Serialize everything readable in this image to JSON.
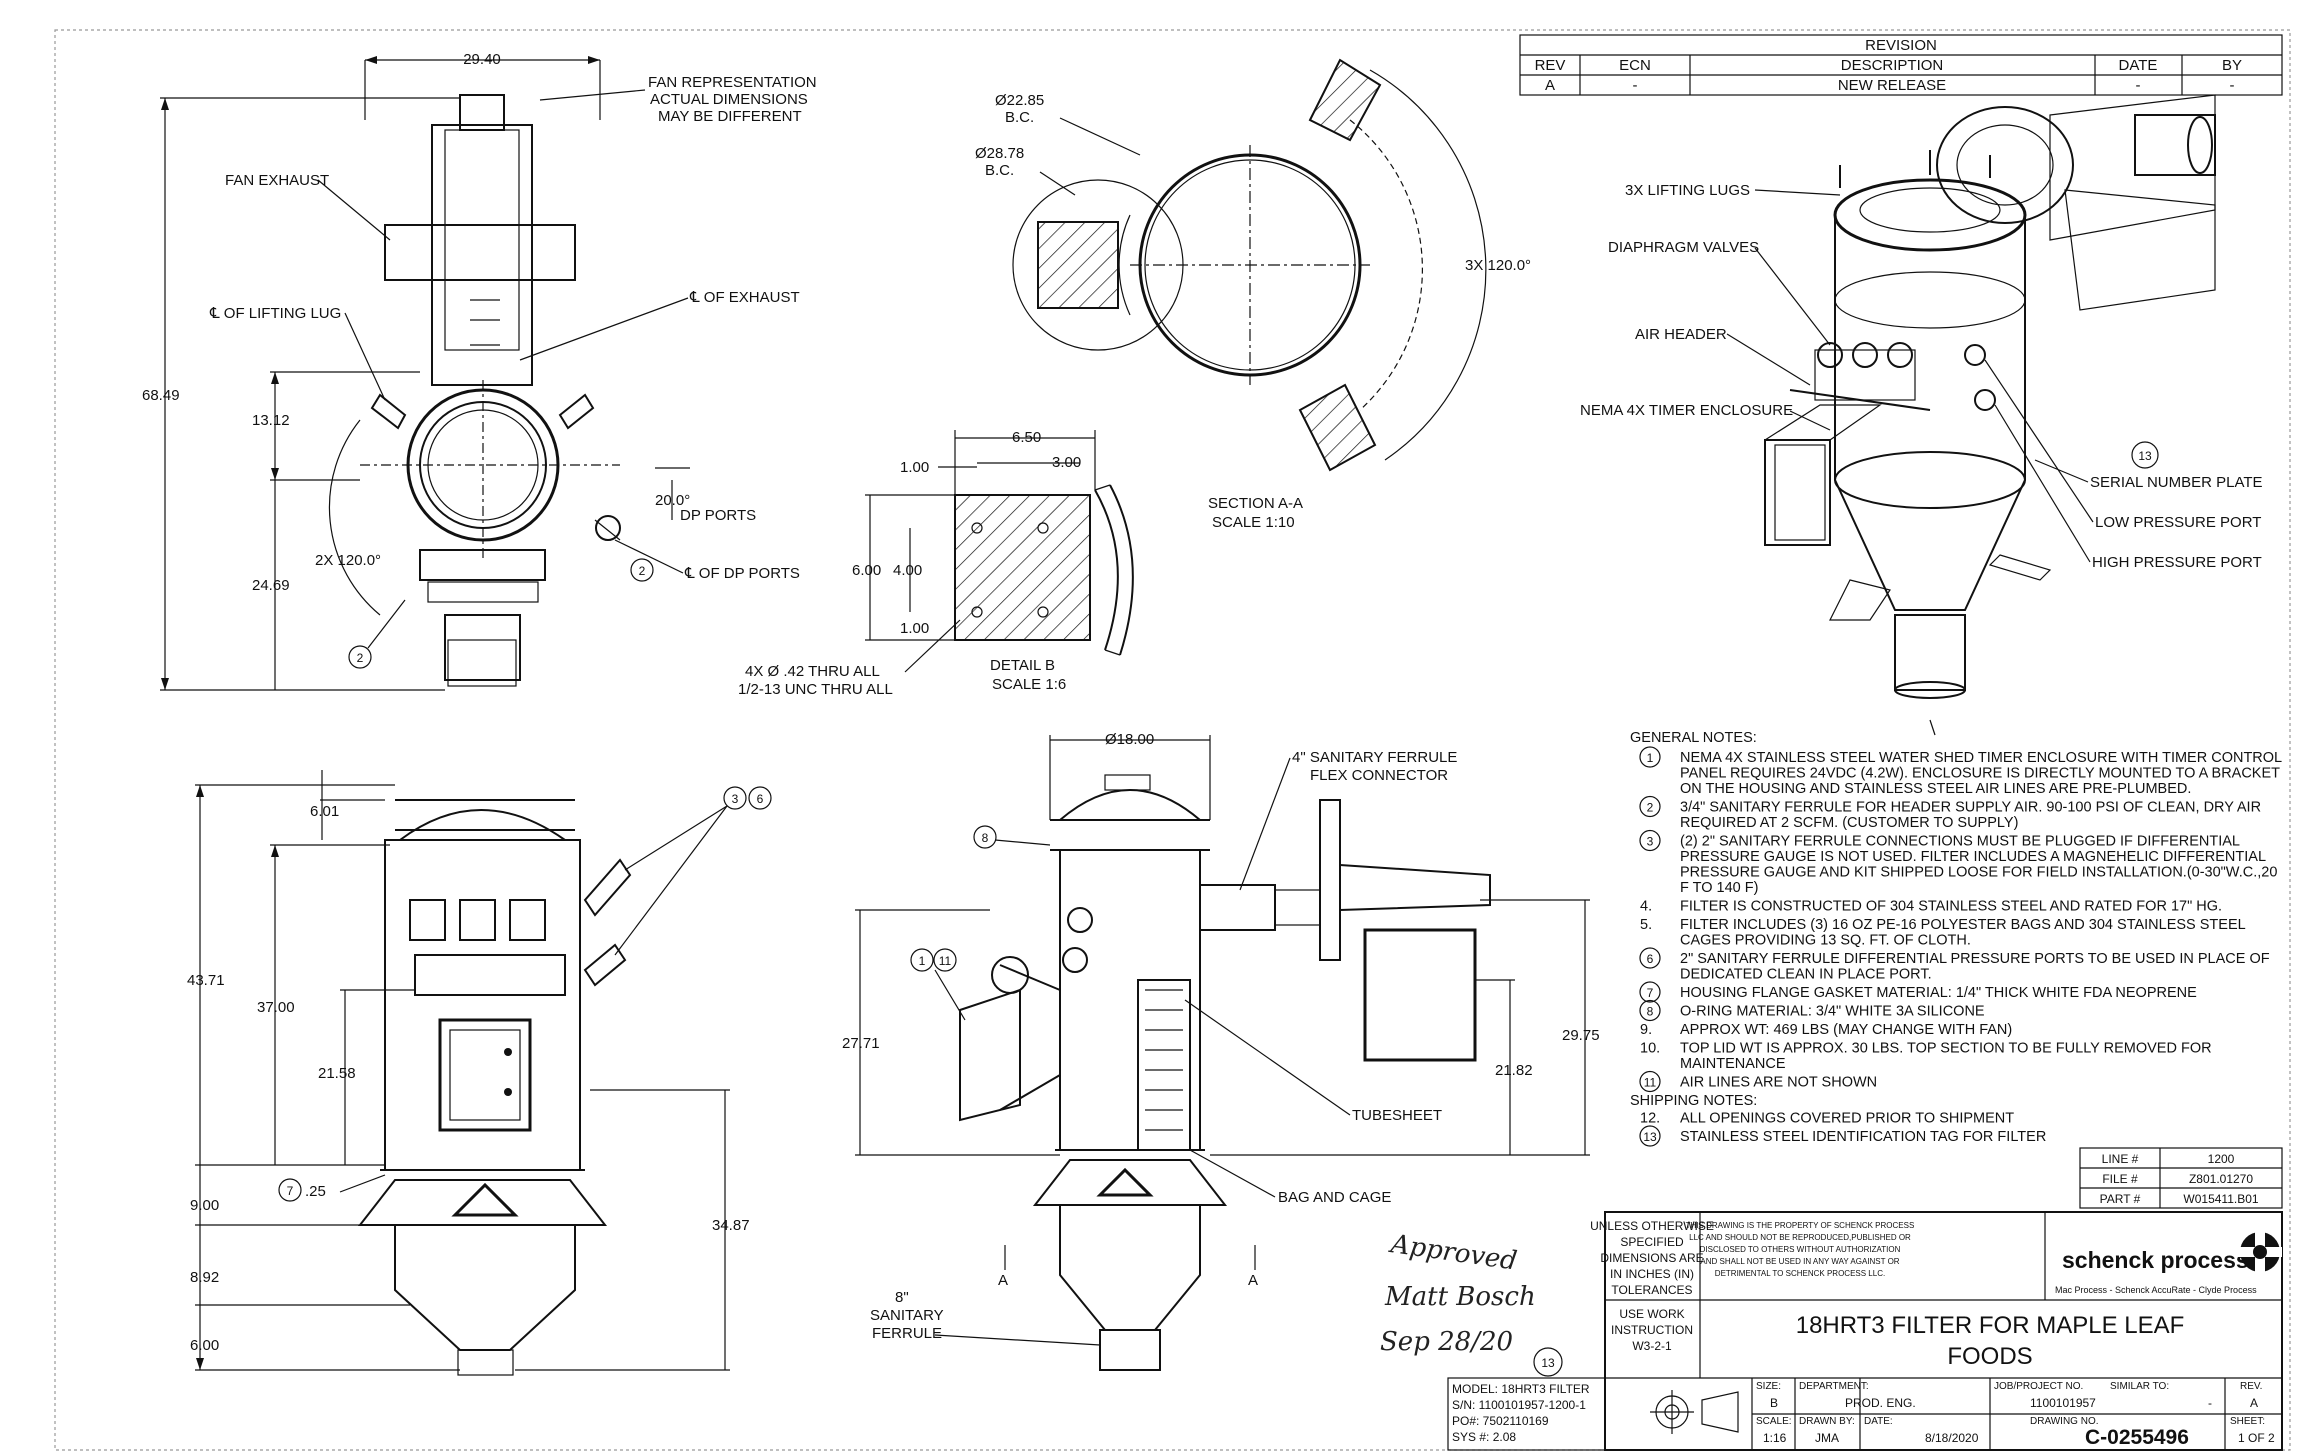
{
  "revision_block": {
    "title": "REVISION",
    "headers": [
      "REV",
      "ECN",
      "DESCRIPTION",
      "DATE",
      "BY"
    ],
    "rows": [
      [
        "A",
        "-",
        "NEW RELEASE",
        "-",
        "-"
      ]
    ]
  },
  "top_view": {
    "dim_width": "29.40",
    "dim_height_total": "68.49",
    "dim_upper": "13.12",
    "dim_lower": "24.69",
    "angle_2x": "2X 120.0°",
    "angle_20": "20.0°",
    "fan_note_1": "FAN REPRESENTATION",
    "fan_note_2": "ACTUAL DIMENSIONS",
    "fan_note_3": "MAY BE DIFFERENT",
    "fan_exhaust": "FAN EXHAUST",
    "cl_lifting_lug": "℄ OF LIFTING LUG",
    "cl_exhaust": "℄ OF EXHAUST",
    "dp_ports": "DP PORTS",
    "cl_dp_ports": "℄ OF DP PORTS",
    "balloon_2a": "2",
    "balloon_2b": "2"
  },
  "section_aa": {
    "bc1": "Ø22.85",
    "bc1b": "B.C.",
    "bc2": "Ø28.78",
    "bc2b": "B.C.",
    "angle": "3X 120.0°",
    "label": "SECTION A-A",
    "scale": "SCALE 1:10"
  },
  "detail_b": {
    "dim_650": "6.50",
    "dim_100a": "1.00",
    "dim_300": "3.00",
    "dim_600": "6.00",
    "dim_400": "4.00",
    "dim_100b": "1.00",
    "hole_note_1": "4X Ø .42 THRU ALL",
    "hole_note_2": "1/2-13 UNC  THRU ALL",
    "label": "DETAIL B",
    "scale": "SCALE 1:6"
  },
  "iso_view": {
    "lifting_lugs": "3X LIFTING LUGS",
    "diaphragm": "DIAPHRAGM VALVES",
    "air_header": "AIR HEADER",
    "nema": "NEMA 4X TIMER ENCLOSURE",
    "serial": "SERIAL NUMBER PLATE",
    "low_port": "LOW PRESSURE PORT",
    "high_port": "HIGH PRESSURE PORT",
    "balloon_13": "13"
  },
  "front_view": {
    "dim_601": "6.01",
    "dim_4371": "43.71",
    "dim_3700": "37.00",
    "dim_2158": "21.58",
    "dim_900": "9.00",
    "dim_892": "8.92",
    "dim_600": "6.00",
    "dim_3487": "34.87",
    "dim_25": ".25",
    "balloon_7": "7",
    "balloon_3": "3",
    "balloon_6": "6"
  },
  "side_view": {
    "dia_18": "Ø18.00",
    "ferrule_1": "4\" SANITARY FERRULE",
    "ferrule_2": "FLEX CONNECTOR",
    "dim_2771": "27.71",
    "dim_2975": "29.75",
    "dim_2182": "21.82",
    "tubesheet": "TUBESHEET",
    "bag_cage": "BAG AND CAGE",
    "san_1": "8\"",
    "san_2": "SANITARY",
    "san_3": "FERRULE",
    "balloon_8": "8",
    "balloon_1": "1",
    "balloon_11": "11",
    "sect_a": "A"
  },
  "general_notes": {
    "heading": "GENERAL NOTES:",
    "notes": [
      {
        "n": "1",
        "balloon": true,
        "lines": [
          "NEMA 4X STAINLESS STEEL WATER SHED TIMER ENCLOSURE WITH TIMER CONTROL",
          "PANEL REQUIRES 24VDC (4.2W). ENCLOSURE IS DIRECTLY MOUNTED TO A BRACKET",
          "ON THE HOUSING AND STAINLESS STEEL AIR LINES ARE PRE-PLUMBED."
        ]
      },
      {
        "n": "2",
        "balloon": true,
        "lines": [
          "3/4\" SANITARY FERRULE FOR HEADER SUPPLY AIR. 90-100 PSI OF CLEAN, DRY AIR",
          "REQUIRED AT 2 SCFM. (CUSTOMER TO SUPPLY)"
        ]
      },
      {
        "n": "3",
        "balloon": true,
        "lines": [
          "(2) 2\" SANITARY FERRULE CONNECTIONS MUST BE PLUGGED IF DIFFERENTIAL",
          "PRESSURE GAUGE IS NOT USED. FILTER INCLUDES A MAGNEHELIC DIFFERENTIAL",
          "PRESSURE GAUGE AND KIT SHIPPED LOOSE FOR FIELD INSTALLATION.(0-30\"W.C.,20",
          "F TO 140 F)"
        ]
      },
      {
        "n": "4.",
        "balloon": false,
        "lines": [
          "FILTER IS CONSTRUCTED OF 304 STAINLESS STEEL AND RATED FOR 17\" HG."
        ]
      },
      {
        "n": "5.",
        "balloon": false,
        "lines": [
          "FILTER INCLUDES (3) 16 OZ PE-16 POLYESTER BAGS AND 304 STAINLESS STEEL",
          "CAGES PROVIDING 13 SQ. FT. OF CLOTH."
        ]
      },
      {
        "n": "6",
        "balloon": true,
        "lines": [
          "2\" SANITARY FERRULE DIFFERENTIAL PRESSURE PORTS TO BE USED IN PLACE OF",
          "DEDICATED CLEAN IN PLACE PORT."
        ]
      },
      {
        "n": "7",
        "balloon": true,
        "lines": [
          "HOUSING FLANGE GASKET MATERIAL: 1/4\" THICK WHITE FDA NEOPRENE"
        ]
      },
      {
        "n": "8",
        "balloon": true,
        "lines": [
          "O-RING MATERIAL: 3/4\" WHITE 3A SILICONE"
        ]
      },
      {
        "n": "9.",
        "balloon": false,
        "lines": [
          "APPROX WT: 469 LBS (MAY CHANGE WITH FAN)"
        ]
      },
      {
        "n": "10.",
        "balloon": false,
        "lines": [
          "TOP LID WT IS APPROX. 30 LBS. TOP SECTION TO BE FULLY REMOVED FOR",
          "MAINTENANCE"
        ]
      },
      {
        "n": "11",
        "balloon": true,
        "lines": [
          "AIR LINES ARE NOT SHOWN"
        ]
      }
    ],
    "shipping_heading": "SHIPPING NOTES:",
    "shipping": [
      {
        "n": "12.",
        "balloon": false,
        "lines": [
          "ALL OPENINGS COVERED PRIOR TO SHIPMENT"
        ]
      },
      {
        "n": "13",
        "balloon": true,
        "lines": [
          "STAINLESS STEEL IDENTIFICATION TAG FOR FILTER"
        ]
      }
    ]
  },
  "file_block": {
    "rows": [
      [
        "LINE #",
        "1200"
      ],
      [
        "FILE #",
        "Z801.01270"
      ],
      [
        "PART #",
        "W015411.B01"
      ]
    ]
  },
  "title_block": {
    "tol_1": "UNLESS OTHERWISE",
    "tol_2": "SPECIFIED",
    "tol_3": "DIMENSIONS ARE",
    "tol_4": "IN INCHES (IN)",
    "tol_5": "TOLERANCES",
    "prop_1": "THIS DRAWING IS THE PROPERTY OF SCHENCK PROCESS",
    "prop_2": "LLC AND SHOULD NOT BE REPRODUCED,PUBLISHED OR",
    "prop_3": "DISCLOSED TO OTHERS WITHOUT AUTHORIZATION",
    "prop_4": "AND SHALL NOT BE USED IN ANY WAY AGAINST OR",
    "prop_5": "DETRIMENTAL TO SCHENCK PROCESS LLC.",
    "brand": "schenck process",
    "brand_sub": "Mac Process - Schenck AccuRate - Clyde Process",
    "work_1": "USE WORK",
    "work_2": "INSTRUCTION",
    "work_3": "W3-2-1",
    "title_1": "18HRT3 FILTER FOR MAPLE LEAF",
    "title_2": "FOODS",
    "size_lbl": "SIZE:",
    "size": "B",
    "dept_lbl": "DEPARTMENT:",
    "dept": "PROD. ENG.",
    "job_lbl": "JOB/PROJECT NO.",
    "job": "1100101957",
    "similar_lbl": "SIMILAR TO:",
    "similar": "-",
    "rev_lbl": "REV.",
    "rev": "A",
    "scale_lbl": "SCALE:",
    "scale": "1:16",
    "drawn_lbl": "DRAWN BY:",
    "drawn": "JMA",
    "date_lbl": "DATE:",
    "date": "8/18/2020",
    "dwg_lbl": "DRAWING NO.",
    "dwg": "C-0255496",
    "sheet_lbl": "SHEET:",
    "sheet": "1 OF 2"
  },
  "model_block": {
    "lines": [
      "MODEL: 18HRT3 FILTER",
      "S/N: 1100101957-1200-1",
      "PO#: 7502110169",
      "SYS #: 2.08"
    ]
  },
  "approval": {
    "line1": "Approved",
    "line2": "Matt Bosch",
    "line3": "Sep 28/20",
    "balloon": "13"
  }
}
